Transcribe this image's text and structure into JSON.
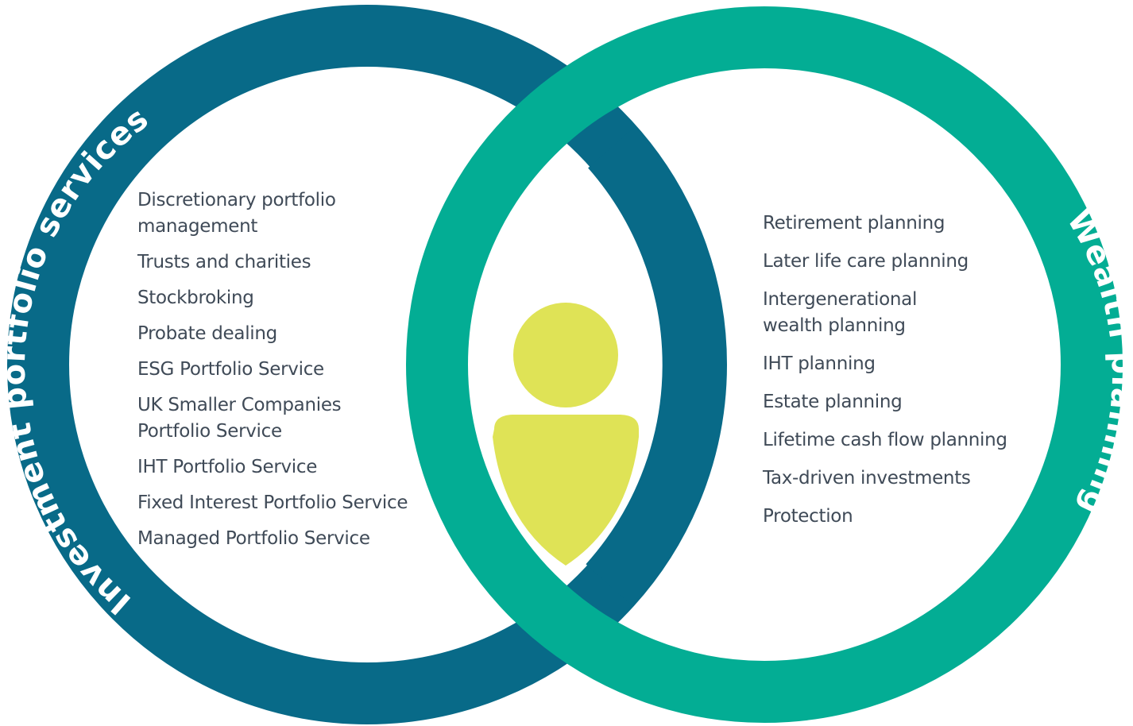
{
  "colors": {
    "investment_ring": "#086a88",
    "wealth_ring": "#03ad94",
    "person_icon": "#dfe356",
    "text": "#3f4a57"
  },
  "icons": [
    "person-icon"
  ],
  "investment": {
    "title": "Investment portfolio services",
    "items": [
      "Discretionary portfolio\nmanagement",
      "Trusts and charities",
      "Stockbroking",
      "Probate dealing",
      "ESG Portfolio Service",
      "UK Smaller Companies\nPortfolio Service",
      "IHT Portfolio Service",
      "Fixed Interest Portfolio Service",
      "Managed Portfolio Service"
    ]
  },
  "wealth": {
    "title": "Wealth planning",
    "items": [
      "Retirement planning",
      "Later life care planning",
      "Intergenerational\nwealth planning",
      "IHT planning",
      "Estate planning",
      "Lifetime cash flow planning",
      "Tax-driven investments",
      "Protection"
    ]
  }
}
